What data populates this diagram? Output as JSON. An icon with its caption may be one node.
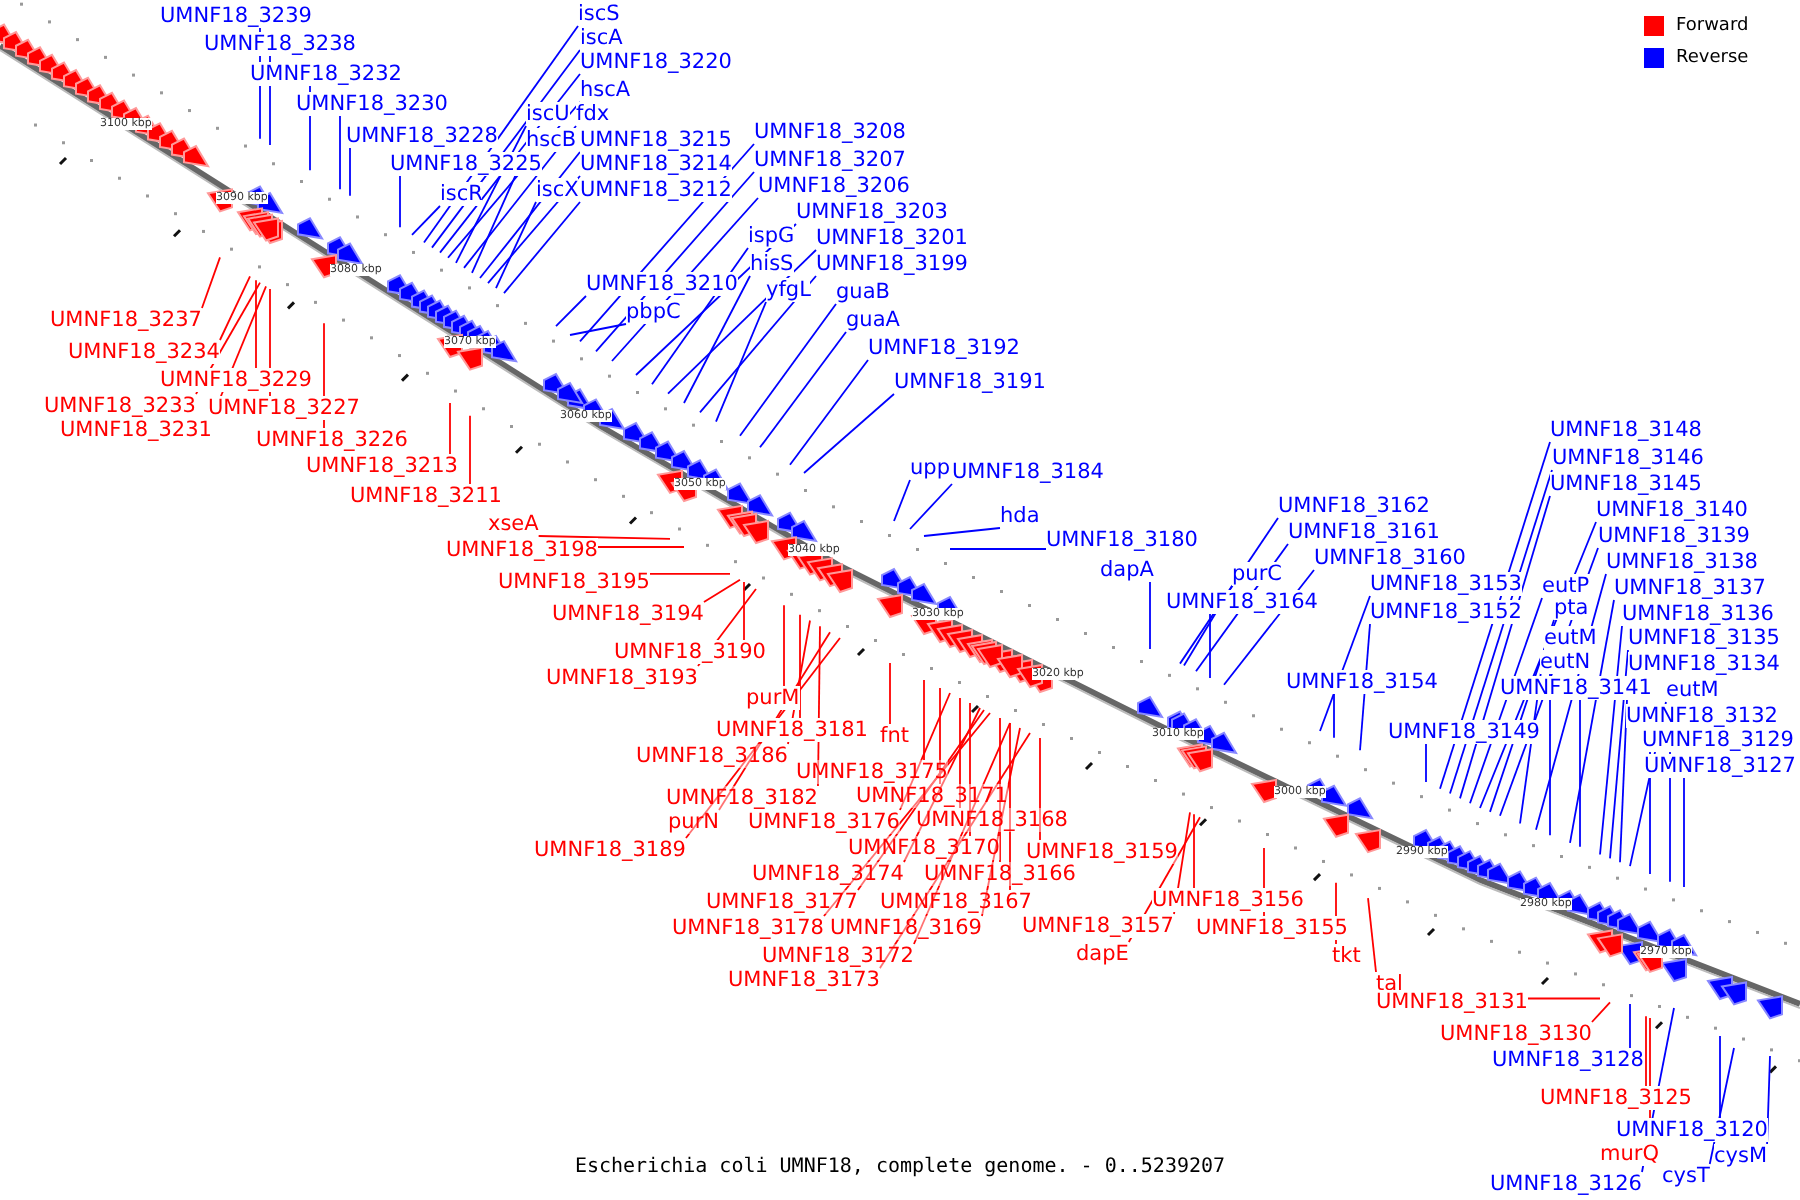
{
  "diagram": {
    "caption": "Escherichia coli UMNF18, complete genome. - 0..5239207",
    "nodes": [
      {
        "text": [
          "UMNF18_3239"
        ]
      },
      {
        "text": [
          "UMNF18_3238"
        ]
      },
      {
        "text": [
          "UMNF18_3232"
        ]
      },
      {
        "text": [
          "UMNF18_3230"
        ]
      },
      {
        "text": [
          "UMNF18_3228"
        ]
      },
      {
        "text": [
          "UMNF18_3225"
        ]
      },
      {
        "text": [
          "iscR"
        ]
      },
      {
        "text": [
          "iscS"
        ]
      },
      {
        "text": [
          "iscA"
        ]
      },
      {
        "text": [
          "UMNF18_3220"
        ]
      },
      {
        "text": [
          "hscA"
        ]
      },
      {
        "text": [
          "iscU"
        ]
      },
      {
        "text": [
          "fdx"
        ]
      },
      {
        "text": [
          "hscB"
        ]
      },
      {
        "text": [
          "UMNF18_3215"
        ]
      },
      {
        "text": [
          "UMNF18_3214"
        ]
      },
      {
        "text": [
          "iscX"
        ]
      },
      {
        "text": [
          "UMNF18_3212"
        ]
      },
      {
        "text": [
          "UMNF18_3208"
        ]
      },
      {
        "text": [
          "UMNF18_3207"
        ]
      },
      {
        "text": [
          "UMNF18_3206"
        ]
      },
      {
        "text": [
          "UMNF18_3203"
        ]
      },
      {
        "text": [
          "ispG"
        ]
      },
      {
        "text": [
          "UMNF18_3201"
        ]
      },
      {
        "text": [
          "hisS"
        ]
      },
      {
        "text": [
          "UMNF18_3199"
        ]
      },
      {
        "text": [
          "yfgL"
        ]
      },
      {
        "text": [
          "UMNF18_3210"
        ]
      },
      {
        "text": [
          "pbpC"
        ]
      },
      {
        "text": [
          "guaB"
        ]
      },
      {
        "text": [
          "guaA"
        ]
      },
      {
        "text": [
          "UMNF18_3192"
        ]
      },
      {
        "text": [
          "UMNF18_3191"
        ]
      },
      {
        "text": [
          "upp"
        ]
      },
      {
        "text": [
          "UMNF18_3184"
        ]
      },
      {
        "text": [
          "hda"
        ]
      },
      {
        "text": [
          "UMNF18_3180"
        ]
      },
      {
        "text": [
          "dapA"
        ]
      },
      {
        "text": [
          "UMNF18_3162"
        ]
      },
      {
        "text": [
          "purC"
        ]
      },
      {
        "text": [
          "UMNF18_3161"
        ]
      },
      {
        "text": [
          "UMNF18_3164"
        ]
      },
      {
        "text": [
          "UMNF18_3160"
        ]
      },
      {
        "text": [
          "UMNF18_3153"
        ]
      },
      {
        "text": [
          "UMNF18_3152"
        ]
      },
      {
        "text": [
          "UMNF18_3154"
        ]
      },
      {
        "text": [
          "UMNF18_3149"
        ]
      },
      {
        "text": [
          "UMNF18_3148"
        ]
      },
      {
        "text": [
          "UMNF18_3146"
        ]
      },
      {
        "text": [
          "UMNF18_3145"
        ]
      },
      {
        "text": [
          "eutP"
        ]
      },
      {
        "text": [
          "UMNF18_3140"
        ]
      },
      {
        "text": [
          "pta"
        ]
      },
      {
        "text": [
          "UMNF18_3139"
        ]
      },
      {
        "text": [
          "eutM"
        ]
      },
      {
        "text": [
          "UMNF18_3138"
        ]
      },
      {
        "text": [
          "eutN"
        ]
      },
      {
        "text": [
          "UMNF18_3137"
        ]
      },
      {
        "text": [
          "UMNF18_3141"
        ]
      },
      {
        "text": [
          "UMNF18_3136"
        ]
      },
      {
        "text": [
          "UMNF18_3135"
        ]
      },
      {
        "text": [
          "UMNF18_3134"
        ]
      },
      {
        "text": [
          "eutM"
        ]
      },
      {
        "text": [
          "UMNF18_3132"
        ]
      },
      {
        "text": [
          "UMNF18_3129"
        ]
      },
      {
        "text": [
          "UMNF18_3127"
        ]
      },
      {
        "text": [
          "UMNF18_3128"
        ]
      },
      {
        "text": [
          "UMNF18_3120"
        ]
      },
      {
        "text": [
          "cysT"
        ]
      },
      {
        "text": [
          "cysM"
        ]
      },
      {
        "text": [
          "UMNF18_3126"
        ]
      },
      {
        "text": [
          "UMNF18_3237"
        ]
      },
      {
        "text": [
          "UMNF18_3234"
        ]
      },
      {
        "text": [
          "UMNF18_3229"
        ]
      },
      {
        "text": [
          "UMNF18_3233"
        ]
      },
      {
        "text": [
          "UMNF18_3227"
        ]
      },
      {
        "text": [
          "UMNF18_3231"
        ]
      },
      {
        "text": [
          "UMNF18_3226"
        ]
      },
      {
        "text": [
          "UMNF18_3213"
        ]
      },
      {
        "text": [
          "UMNF18_3211"
        ]
      },
      {
        "text": [
          "xseA"
        ]
      },
      {
        "text": [
          "UMNF18_3198"
        ]
      },
      {
        "text": [
          "UMNF18_3195"
        ]
      },
      {
        "text": [
          "UMNF18_3194"
        ]
      },
      {
        "text": [
          "UMNF18_3190"
        ]
      },
      {
        "text": [
          "UMNF18_3193"
        ]
      },
      {
        "text": [
          "purM"
        ]
      },
      {
        "text": [
          "UMNF18_3181"
        ]
      },
      {
        "text": [
          "fnt"
        ]
      },
      {
        "text": [
          "UMNF18_3186"
        ]
      },
      {
        "text": [
          "UMNF18_3175"
        ]
      },
      {
        "text": [
          "UMNF18_3182"
        ]
      },
      {
        "text": [
          "UMNF18_3171"
        ]
      },
      {
        "text": [
          "purN"
        ]
      },
      {
        "text": [
          "UMNF18_3176"
        ]
      },
      {
        "text": [
          "UMNF18_3168"
        ]
      },
      {
        "text": [
          "UMNF18_3189"
        ]
      },
      {
        "text": [
          "UMNF18_3170"
        ]
      },
      {
        "text": [
          "UMNF18_3174"
        ]
      },
      {
        "text": [
          "UMNF18_3166"
        ]
      },
      {
        "text": [
          "UMNF18_3159"
        ]
      },
      {
        "text": [
          "UMNF18_3177"
        ]
      },
      {
        "text": [
          "UMNF18_3167"
        ]
      },
      {
        "text": [
          "UMNF18_3178"
        ]
      },
      {
        "text": [
          "UMNF18_3169"
        ]
      },
      {
        "text": [
          "UMNF18_3172"
        ]
      },
      {
        "text": [
          "UMNF18_3173"
        ]
      },
      {
        "text": [
          "UMNF18_3157"
        ]
      },
      {
        "text": [
          "UMNF18_3156"
        ]
      },
      {
        "text": [
          "UMNF18_3155"
        ]
      },
      {
        "text": [
          "dapE"
        ]
      },
      {
        "text": [
          "tkt"
        ]
      },
      {
        "text": [
          "tal"
        ]
      },
      {
        "text": [
          "UMNF18_3131"
        ]
      },
      {
        "text": [
          "UMNF18_3130"
        ]
      },
      {
        "text": [
          "UMNF18_3125"
        ]
      },
      {
        "text": [
          "murQ"
        ]
      }
    ],
    "edges": [
      {
        "from": 0,
        "to": null,
        "arrow": "none"
      },
      {
        "from": 1,
        "to": null,
        "arrow": "none"
      },
      {
        "from": 2,
        "to": null,
        "arrow": "none"
      },
      {
        "from": 3,
        "to": null,
        "arrow": "none"
      },
      {
        "from": 4,
        "to": null,
        "arrow": "none"
      },
      {
        "from": 5,
        "to": null,
        "arrow": "none"
      },
      {
        "from": 6,
        "to": null,
        "arrow": "none"
      },
      {
        "from": 7,
        "to": null,
        "arrow": "none"
      },
      {
        "from": 8,
        "to": null,
        "arrow": "none"
      },
      {
        "from": 9,
        "to": null,
        "arrow": "none"
      },
      {
        "from": 10,
        "to": null,
        "arrow": "none"
      },
      {
        "from": 11,
        "to": null,
        "arrow": "none"
      },
      {
        "from": 12,
        "to": null,
        "arrow": "none"
      },
      {
        "from": 13,
        "to": null,
        "arrow": "none"
      },
      {
        "from": 14,
        "to": null,
        "arrow": "none"
      },
      {
        "from": 15,
        "to": null,
        "arrow": "none"
      },
      {
        "from": 16,
        "to": null,
        "arrow": "none"
      },
      {
        "from": 17,
        "to": null,
        "arrow": "none"
      },
      {
        "from": 18,
        "to": null,
        "arrow": "none"
      },
      {
        "from": 19,
        "to": null,
        "arrow": "none"
      },
      {
        "from": 20,
        "to": null,
        "arrow": "none"
      },
      {
        "from": 21,
        "to": null,
        "arrow": "none"
      },
      {
        "from": 22,
        "to": null,
        "arrow": "none"
      },
      {
        "from": 23,
        "to": null,
        "arrow": "none"
      },
      {
        "from": 24,
        "to": null,
        "arrow": "none"
      },
      {
        "from": 25,
        "to": null,
        "arrow": "none"
      },
      {
        "from": 26,
        "to": null,
        "arrow": "none"
      },
      {
        "from": 27,
        "to": null,
        "arrow": "none"
      },
      {
        "from": 28,
        "to": null,
        "arrow": "none"
      },
      {
        "from": 29,
        "to": null,
        "arrow": "none"
      },
      {
        "from": 30,
        "to": null,
        "arrow": "none"
      },
      {
        "from": 31,
        "to": null,
        "arrow": "none"
      },
      {
        "from": 32,
        "to": null,
        "arrow": "none"
      },
      {
        "from": 33,
        "to": null,
        "arrow": "none"
      },
      {
        "from": 34,
        "to": null,
        "arrow": "none"
      },
      {
        "from": 35,
        "to": null,
        "arrow": "none"
      },
      {
        "from": 36,
        "to": null,
        "arrow": "none"
      },
      {
        "from": 37,
        "to": null,
        "arrow": "none"
      },
      {
        "from": 38,
        "to": null,
        "arrow": "none"
      },
      {
        "from": 39,
        "to": null,
        "arrow": "none"
      },
      {
        "from": 40,
        "to": null,
        "arrow": "none"
      },
      {
        "from": 41,
        "to": null,
        "arrow": "none"
      },
      {
        "from": 42,
        "to": null,
        "arrow": "none"
      },
      {
        "from": 43,
        "to": null,
        "arrow": "none"
      },
      {
        "from": 44,
        "to": null,
        "arrow": "none"
      },
      {
        "from": 45,
        "to": null,
        "arrow": "none"
      },
      {
        "from": 46,
        "to": null,
        "arrow": "none"
      },
      {
        "from": 47,
        "to": null,
        "arrow": "none"
      },
      {
        "from": 48,
        "to": null,
        "arrow": "none"
      },
      {
        "from": 49,
        "to": null,
        "arrow": "none"
      },
      {
        "from": 50,
        "to": null,
        "arrow": "none"
      },
      {
        "from": 51,
        "to": null,
        "arrow": "none"
      },
      {
        "from": 52,
        "to": null,
        "arrow": "none"
      },
      {
        "from": 53,
        "to": null,
        "arrow": "none"
      },
      {
        "from": 54,
        "to": null,
        "arrow": "none"
      },
      {
        "from": 55,
        "to": null,
        "arrow": "none"
      },
      {
        "from": 56,
        "to": null,
        "arrow": "none"
      },
      {
        "from": 57,
        "to": null,
        "arrow": "none"
      },
      {
        "from": 58,
        "to": null,
        "arrow": "none"
      },
      {
        "from": 59,
        "to": null,
        "arrow": "none"
      },
      {
        "from": 60,
        "to": null,
        "arrow": "none"
      },
      {
        "from": 61,
        "to": null,
        "arrow": "none"
      },
      {
        "from": 62,
        "to": null,
        "arrow": "none"
      },
      {
        "from": 63,
        "to": null,
        "arrow": "none"
      },
      {
        "from": 64,
        "to": null,
        "arrow": "none"
      },
      {
        "from": 65,
        "to": null,
        "arrow": "none"
      },
      {
        "from": 66,
        "to": null,
        "arrow": "none"
      },
      {
        "from": 67,
        "to": null,
        "arrow": "none"
      },
      {
        "from": 68,
        "to": null,
        "arrow": "none"
      },
      {
        "from": 69,
        "to": null,
        "arrow": "none"
      },
      {
        "from": 70,
        "to": null,
        "arrow": "none"
      },
      {
        "from": 71,
        "to": null,
        "arrow": "none",
        "color": "#ff0000"
      },
      {
        "from": 72,
        "to": null,
        "arrow": "none",
        "color": "#ff0000"
      },
      {
        "from": 73,
        "to": null,
        "arrow": "none",
        "color": "#ff0000"
      },
      {
        "from": 74,
        "to": null,
        "arrow": "none",
        "color": "#ff0000"
      },
      {
        "from": 75,
        "to": null,
        "arrow": "none",
        "color": "#ff0000"
      },
      {
        "from": 76,
        "to": null,
        "arrow": "none",
        "color": "#ff0000"
      },
      {
        "from": 77,
        "to": null,
        "arrow": "none",
        "color": "#ff0000"
      },
      {
        "from": 78,
        "to": null,
        "arrow": "none",
        "color": "#ff0000"
      },
      {
        "from": 79,
        "to": null,
        "arrow": "none",
        "color": "#ff0000"
      },
      {
        "from": 80,
        "to": null,
        "arrow": "none",
        "color": "#ff0000"
      },
      {
        "from": 81,
        "to": null,
        "arrow": "none",
        "color": "#ff0000"
      },
      {
        "from": 82,
        "to": null,
        "arrow": "none",
        "color": "#ff0000"
      },
      {
        "from": 83,
        "to": null,
        "arrow": "none",
        "color": "#ff0000"
      },
      {
        "from": 84,
        "to": null,
        "arrow": "none",
        "color": "#ff0000"
      },
      {
        "from": 85,
        "to": null,
        "arrow": "none",
        "color": "#ff0000"
      },
      {
        "from": 86,
        "to": null,
        "arrow": "none",
        "color": "#ff0000"
      },
      {
        "from": 87,
        "to": null,
        "arrow": "none",
        "color": "#ff0000"
      },
      {
        "from": 88,
        "to": null,
        "arrow": "none",
        "color": "#ff0000"
      },
      {
        "from": 89,
        "to": null,
        "arrow": "none",
        "color": "#ff0000"
      },
      {
        "from": 90,
        "to": null,
        "arrow": "none",
        "color": "#ff0000"
      },
      {
        "from": 91,
        "to": null,
        "arrow": "none",
        "color": "#ff0000"
      },
      {
        "from": 92,
        "to": null,
        "arrow": "none",
        "color": "#ff0000"
      },
      {
        "from": 93,
        "to": null,
        "arrow": "none",
        "color": "#ff0000"
      },
      {
        "from": 94,
        "to": null,
        "arrow": "none",
        "color": "#ff0000"
      },
      {
        "from": 95,
        "to": null,
        "arrow": "none",
        "color": "#ff0000"
      },
      {
        "from": 96,
        "to": null,
        "arrow": "none",
        "color": "#ff0000"
      },
      {
        "from": 97,
        "to": null,
        "arrow": "none",
        "color": "#ff0000"
      },
      {
        "from": 98,
        "to": null,
        "arrow": "none",
        "color": "#ff0000"
      },
      {
        "from": 99,
        "to": null,
        "arrow": "none",
        "color": "#ff0000"
      },
      {
        "from": 100,
        "to": null,
        "arrow": "none",
        "color": "#ff0000"
      },
      {
        "from": 101,
        "to": null,
        "arrow": "none",
        "color": "#ff0000"
      },
      {
        "from": 102,
        "to": null,
        "arrow": "none",
        "color": "#ff0000"
      },
      {
        "from": 103,
        "to": null,
        "arrow": "none",
        "color": "#ff0000"
      },
      {
        "from": 104,
        "to": null,
        "arrow": "none",
        "color": "#ff0000"
      },
      {
        "from": 105,
        "to": null,
        "arrow": "none",
        "color": "#ff0000"
      },
      {
        "from": 106,
        "to": null,
        "arrow": "none",
        "color": "#ff0000"
      },
      {
        "from": 107,
        "to": null,
        "arrow": "none",
        "color": "#ff0000"
      },
      {
        "from": 108,
        "to": null,
        "arrow": "none",
        "color": "#ff0000"
      },
      {
        "from": 109,
        "to": null,
        "arrow": "none",
        "color": "#ff0000"
      },
      {
        "from": 110,
        "to": null,
        "arrow": "none",
        "color": "#ff0000"
      },
      {
        "from": 111,
        "to": null,
        "arrow": "none",
        "color": "#ff0000"
      },
      {
        "from": 112,
        "to": null,
        "arrow": "none",
        "color": "#ff0000"
      },
      {
        "from": 113,
        "to": null,
        "arrow": "none",
        "color": "#ff0000"
      },
      {
        "from": 114,
        "to": null,
        "arrow": "none",
        "color": "#ff0000"
      },
      {
        "from": 115,
        "to": null,
        "arrow": "none",
        "color": "#ff0000"
      },
      {
        "from": 116,
        "to": null,
        "arrow": "none",
        "color": "#ff0000"
      }
    ],
    "labels": [
      "3100 kbp",
      "3090 kbp",
      "3080 kbp",
      "3070 kbp",
      "3060 kbp",
      "3050 kbp",
      "3040 kbp",
      "3030 kbp",
      "3020 kbp",
      "3010 kbp",
      "3000 kbp",
      "2990 kbp",
      "2980 kbp",
      "2970 kbp"
    ],
    "legend": [
      {
        "text": "Forward",
        "color": "#ff0000"
      },
      {
        "text": "Reverse",
        "color": "#0000ff"
      }
    ]
  }
}
